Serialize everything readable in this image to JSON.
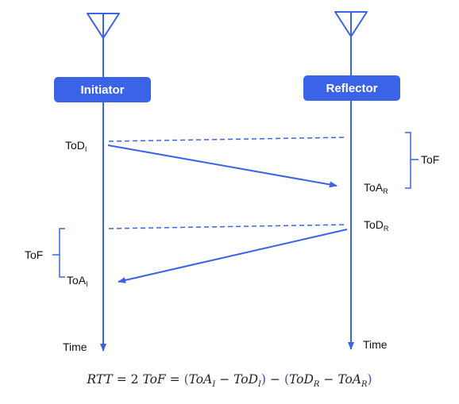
{
  "colors": {
    "accent": "#3b63e8",
    "text": "#111111",
    "formula_bracket": "#5b43a0"
  },
  "icons": {
    "initiator_antenna": "antenna-icon",
    "reflector_antenna": "antenna-icon"
  },
  "initiator": {
    "label": "Initiator",
    "time_label": "Time"
  },
  "reflector": {
    "label": "Reflector",
    "time_label": "Time"
  },
  "events": {
    "tod_i": {
      "base": "ToD",
      "sub": "I"
    },
    "toa_r": {
      "base": "ToA",
      "sub": "R"
    },
    "tod_r": {
      "base": "ToD",
      "sub": "R"
    },
    "toa_i": {
      "base": "ToA",
      "sub": "I"
    }
  },
  "brackets": {
    "reflector_tof": "ToF",
    "initiator_tof": "ToF"
  },
  "formula": {
    "lhs": "RTT",
    "eq1": "=",
    "coef": "2",
    "tof": "ToF",
    "eq2": "=",
    "lparen1": "(",
    "toa": "ToA",
    "toa_sub": "I",
    "minus1": "−",
    "tod": "ToD",
    "tod_sub": "I",
    "rparen1": ")",
    "minus2": "−",
    "lparen2": "(",
    "tod_r": "ToD",
    "tod_r_sub": "R",
    "minus3": "−",
    "toa_r": "ToA",
    "toa_r_sub": "R",
    "rparen2": ")"
  }
}
